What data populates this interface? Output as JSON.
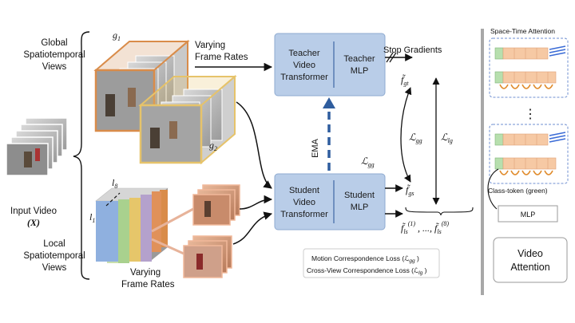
{
  "labels": {
    "global_views": [
      "Global",
      "Spatiotemporal",
      "Views"
    ],
    "local_views": [
      "Local",
      "Spatiotemporal",
      "Views"
    ],
    "input_video": "Input Video",
    "input_symbol": "(X)",
    "varying_rates_top": [
      "Varying",
      "Frame Rates"
    ],
    "varying_rates_bottom": [
      "Varying",
      "Frame Rates"
    ],
    "g1": "g1",
    "g2": "g2",
    "l1": "l1",
    "l8": "l8",
    "stop_gradients": "Stop Gradients",
    "ema": "EMA"
  },
  "blocks": {
    "teacher_transformer": [
      "Teacher",
      "Video",
      "Transformer"
    ],
    "teacher_mlp": [
      "Teacher",
      "MLP"
    ],
    "student_transformer": [
      "Student",
      "Video",
      "Transformer"
    ],
    "student_mlp": [
      "Student",
      "MLP"
    ]
  },
  "math": {
    "f_gt": "f̃gt",
    "f_gs": "f̃gs",
    "f_ls": "f̃ls(1) , ..., f̃ls(8)",
    "loss_gg_center": "ℒgg",
    "loss_gg_right": "ℒgg",
    "loss_lg": "ℒlg"
  },
  "legend": {
    "line1": "Motion Correspondence Loss (ℒgg )",
    "line2": "Cross-View Correspondence Loss (ℒlg )"
  },
  "right_panel": {
    "title": "Space-Time Attention",
    "ellipsis": "⋮",
    "class_token": "Class-token (green)",
    "mlp": "MLP",
    "video_attention": [
      "Video",
      "Attention"
    ]
  },
  "colors": {
    "block_fill": "#b9cde8",
    "block_stroke": "#8eaad0",
    "orange": "#d98c4a",
    "yellow": "#e6c36a",
    "blue_arrow": "#2f5d9e",
    "token_green": "#b7dfae",
    "token_orange": "#f6c9a4",
    "token_blue": "#3a6bd6"
  }
}
